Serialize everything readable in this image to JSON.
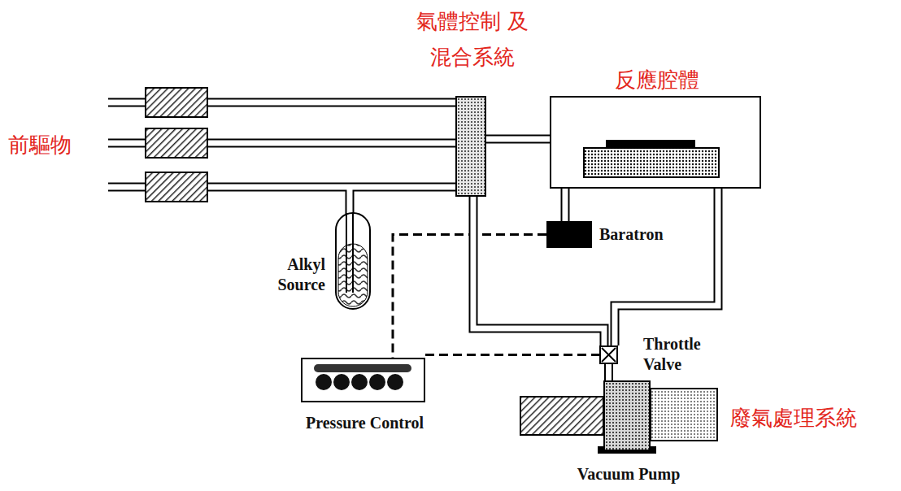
{
  "diagram": {
    "nodes": [
      {
        "text": [
          "氣體控制 及混合系統"
        ]
      },
      {
        "text": [
          "反應腔體"
        ]
      },
      {
        "text": [
          "Baratron"
        ]
      },
      {
        "text": [
          "Pressure Control"
        ]
      },
      {
        "text": [
          "Throttle Valve"
        ]
      },
      {
        "text": [
          "Vacuum Pump"
        ]
      }
    ],
    "edges": [
      {
        "from": 0,
        "to": 1,
        "arrow": "none"
      },
      {
        "from": 1,
        "to": 2,
        "arrow": "none"
      },
      {
        "from": 2,
        "to": 3,
        "arrow": "none"
      },
      {
        "from": 3,
        "to": 4,
        "arrow": "none"
      },
      {
        "from": 1,
        "to": 4,
        "arrow": "none"
      },
      {
        "from": 0,
        "to": 4,
        "arrow": "none"
      },
      {
        "from": 4,
        "to": 5,
        "arrow": "none"
      }
    ],
    "labels": [
      "前驅物",
      "Alkyl Source",
      "廢氣處理系統"
    ]
  }
}
